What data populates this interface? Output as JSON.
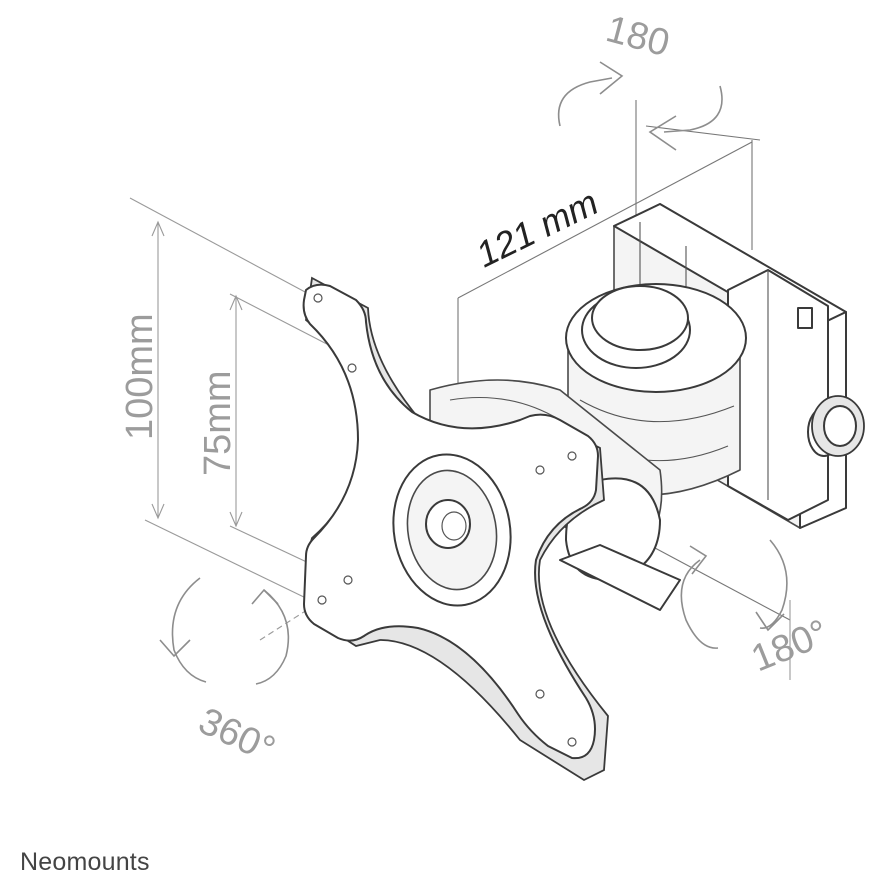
{
  "labels": {
    "rotation_top": "180",
    "rotation_right": "180°",
    "rotation_left": "360°",
    "width_dimension": "121 mm",
    "height_outer": "100mm",
    "height_inner": "75mm"
  },
  "brand": "Neomounts",
  "colors": {
    "line": "#3a3a3a",
    "dimension": "#9a9a9a",
    "label_grey": "#9c9c9c",
    "label_dark": "#222222"
  }
}
